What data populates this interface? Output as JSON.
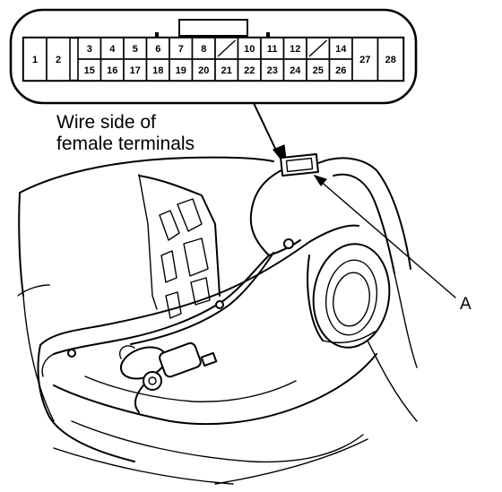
{
  "connector": {
    "left_pins": [
      "1",
      "2"
    ],
    "right_pins": [
      "27",
      "28"
    ],
    "top_row": [
      "3",
      "4",
      "5",
      "6",
      "7",
      "8",
      "",
      "10",
      "11",
      "12",
      "",
      "14"
    ],
    "bottom_row": [
      "15",
      "16",
      "17",
      "18",
      "19",
      "20",
      "21",
      "22",
      "23",
      "24",
      "25",
      "26"
    ]
  },
  "caption_line1": "Wire side of",
  "caption_line2": "female terminals",
  "callout_label": "A"
}
